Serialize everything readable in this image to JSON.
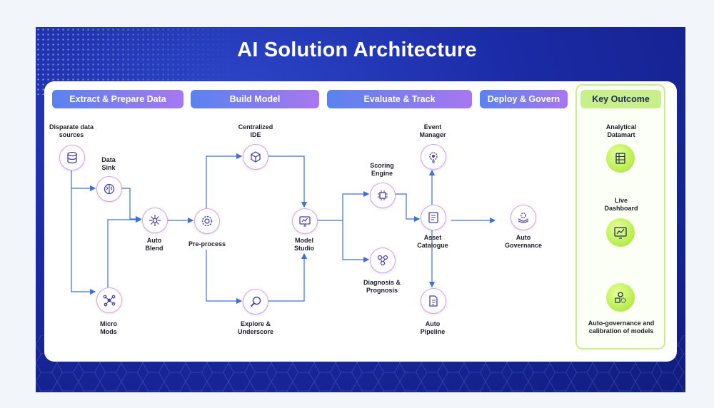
{
  "title": "AI Solution Architecture",
  "stages": [
    {
      "label": "Extract & Prepare Data"
    },
    {
      "label": "Build Model"
    },
    {
      "label": "Evaluate & Track"
    },
    {
      "label": "Deploy & Govern"
    }
  ],
  "outcome": {
    "label": "Key Outcome",
    "items": [
      {
        "line1": "Analytical",
        "line2": "Datamart",
        "icon": "datamart-icon"
      },
      {
        "line1": "Live",
        "line2": "Dashboard",
        "icon": "dashboard-icon"
      },
      {
        "line1": "Auto-governance and",
        "line2": "calibration of models",
        "icon": "governance-icon"
      }
    ]
  },
  "nodes": {
    "sources": {
      "line1": "Disparate data",
      "line2": "sources",
      "icon": "database-icon"
    },
    "data_sink": {
      "line1": "Data",
      "line2": "Sink",
      "icon": "brain-icon"
    },
    "micro_mods": {
      "line1": "Micro",
      "line2": "Mods",
      "icon": "molecule-icon"
    },
    "auto_blend": {
      "line1": "Auto",
      "line2": "Blend",
      "icon": "network-icon"
    },
    "pre_process": {
      "line1": "Pre-process",
      "icon": "cog-icon"
    },
    "centralized_ide": {
      "line1": "Centralized",
      "line2": "IDE",
      "icon": "cube-icon"
    },
    "explore": {
      "line1": "Explore &",
      "line2": "Underscore",
      "icon": "magnifier-icon"
    },
    "model_studio": {
      "line1": "Model",
      "line2": "Studio",
      "icon": "monitor-icon"
    },
    "scoring_engine": {
      "line1": "Scoring",
      "line2": "Engine",
      "icon": "ai-chip-icon"
    },
    "diagnosis": {
      "line1": "Diagnosis &",
      "line2": "Prognosis",
      "icon": "nodes-icon"
    },
    "event_manager": {
      "line1": "Event",
      "line2": "Manager",
      "icon": "bulb-gear-icon"
    },
    "asset_catalogue": {
      "line1": "Asset",
      "line2": "Catalogue",
      "icon": "catalogue-icon"
    },
    "auto_pipeline": {
      "line1": "Auto",
      "line2": "Pipeline",
      "icon": "document-icon"
    },
    "auto_governance": {
      "line1": "Auto",
      "line2": "Governance",
      "icon": "hands-gear-icon"
    }
  }
}
